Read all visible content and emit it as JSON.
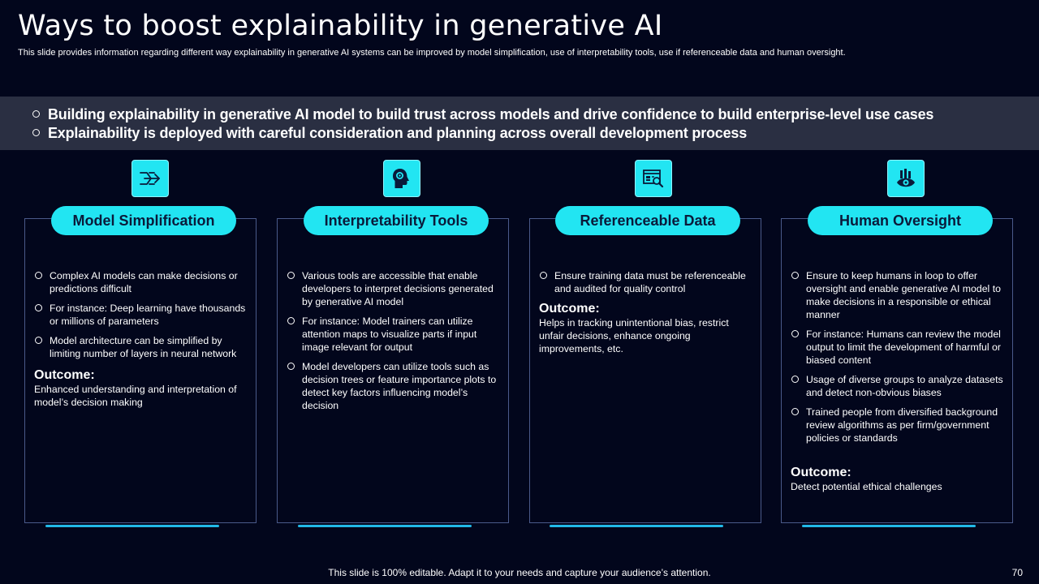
{
  "title": "Ways to boost explainability in generative AI",
  "subtitle": "This slide provides information regarding different way explainability in generative AI systems can be improved by model simplification, use of interpretability tools, use if referenceable data and human oversight.",
  "highlights": [
    "Building explainability in generative AI model to build trust across models and drive confidence to build enterprise-level use cases",
    "Explainability is deployed with careful consideration and planning across overall development process"
  ],
  "cards": [
    {
      "icon": "arrows-icon",
      "heading": "Model Simplification",
      "bullets": [
        "Complex AI models can make decisions or predictions difficult",
        "For instance: Deep learning have thousands or millions of parameters",
        "Model architecture can be simplified by limiting number  of layers in neural network"
      ],
      "outcome_label": "Outcome:",
      "outcome_text": "Enhanced understanding  and interpretation of model’s decision making"
    },
    {
      "icon": "head-gear-icon",
      "heading": "Interpretability Tools",
      "bullets": [
        "Various tools are accessible that enable developers  to interpret decisions generated  by generative  AI model",
        "For instance: Model trainers can utilize attention maps to visualize  parts if input image relevant  for output",
        "Model developers  can utilize tools such as decision trees or feature importance plots to detect key factors influencing model’s decision"
      ],
      "outcome_label": "",
      "outcome_text": ""
    },
    {
      "icon": "data-search-icon",
      "heading": "Referenceable Data",
      "bullets": [
        "Ensure training data must be referenceable  and audited for quality control"
      ],
      "outcome_label": "Outcome:",
      "outcome_text": "Helps in tracking unintentional bias, restrict unfair decisions, enhance ongoing improvements,  etc."
    },
    {
      "icon": "eye-oversight-icon",
      "heading": "Human Oversight",
      "bullets": [
        "Ensure to keep humans in loop to offer oversight  and enable generative  AI model to make decisions in a responsible or ethical manner",
        "For instance: Humans can review  the model output to limit the development  of harmful  or biased content",
        "Usage of diverse groups to analyze datasets and detect non-obvious  biases",
        "Trained  people from diversified background review  algorithms as per firm/government  policies or standards"
      ],
      "outcome_label": "Outcome:",
      "outcome_text": "Detect potential ethical challenges"
    }
  ],
  "footer": "This slide is 100% editable. Adapt it to your needs and capture your audience’s attention.",
  "page_number": "70",
  "colors": {
    "background": "#02061c",
    "accent": "#22e5f2",
    "band": "#2a2f42"
  }
}
